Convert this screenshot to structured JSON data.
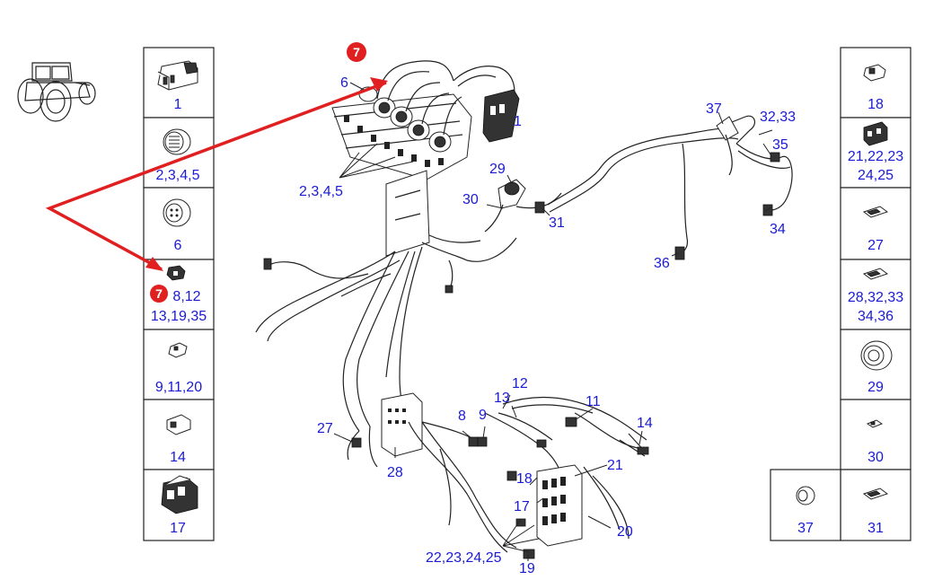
{
  "colors": {
    "label": "#1a1ad4",
    "arrow": "#e02020",
    "badge": "#e02020",
    "line": "#222222"
  },
  "callout": {
    "badge": "7"
  },
  "left_column": [
    {
      "label": "1",
      "icon": "connector-housing-icon"
    },
    {
      "label": "2,3,4,5",
      "icon": "round-connector-icon"
    },
    {
      "label": "6",
      "icon": "round-plug-icon"
    },
    {
      "label": "8,12",
      "label2": "13,19,35",
      "badge": "7",
      "icon": "small-clip-connector-icon"
    },
    {
      "label": "9,11,20",
      "icon": "small-terminal-icon"
    },
    {
      "label": "14",
      "icon": "sensor-connector-icon"
    },
    {
      "label": "17",
      "icon": "large-housing-icon"
    }
  ],
  "right_column": [
    {
      "label": "18",
      "icon": "small-connector-icon"
    },
    {
      "label": "21,22,23",
      "label2": "24,25",
      "icon": "connector-block-icon"
    },
    {
      "label": "27",
      "icon": "flat-connector-icon"
    },
    {
      "label": "28,32,33",
      "label2": "34,36",
      "icon": "flat-connector-icon"
    },
    {
      "label": "29",
      "icon": "large-round-connector-icon"
    },
    {
      "label": "30",
      "icon": "tiny-connector-icon"
    },
    {
      "label": "31",
      "icon": "flat-connector-icon"
    }
  ],
  "extra_cell": {
    "label": "37",
    "icon": "grommet-icon"
  },
  "diagram_labels": {
    "l6": "6",
    "l1": "1",
    "l2345": "2,3,4,5",
    "l29": "29",
    "l30": "30",
    "l31": "31",
    "l37": "37",
    "l3233": "32,33",
    "l35": "35",
    "l34": "34",
    "l36": "36",
    "l27": "27",
    "l28": "28",
    "l8": "8",
    "l9": "9",
    "l12": "12",
    "l13": "13",
    "l11": "11",
    "l14": "14",
    "l18": "18",
    "l21": "21",
    "l17": "17",
    "l20": "20",
    "l2225": "22,23,24,25",
    "l19": "19"
  }
}
